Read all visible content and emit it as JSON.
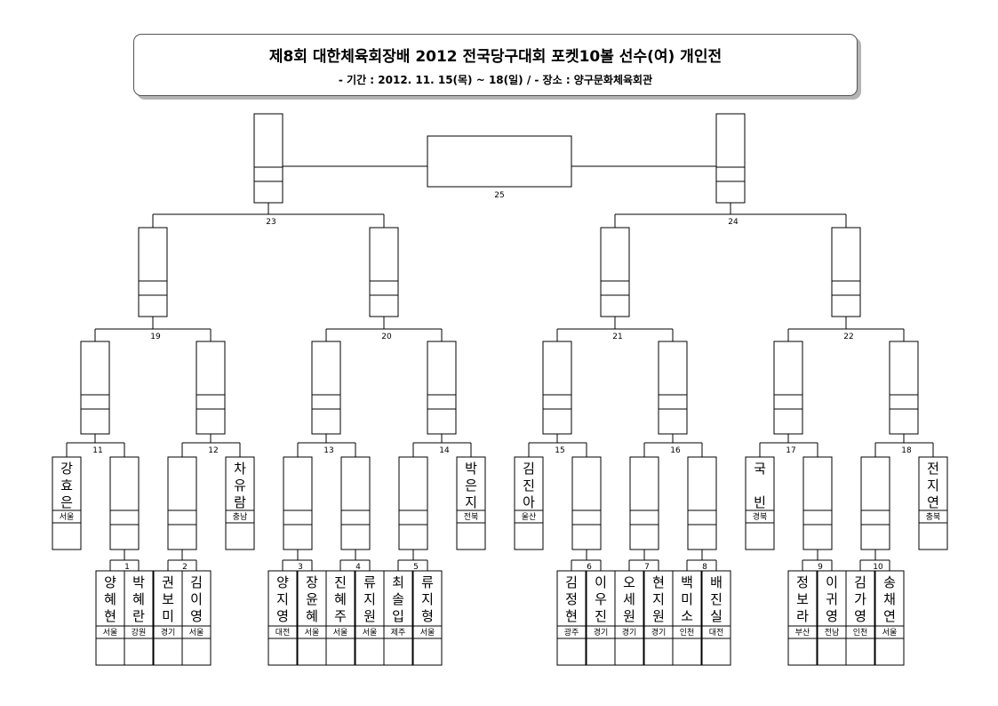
{
  "header": {
    "title": "제8회 대한체육회장배 2012 전국당구대회 포켓10볼 선수(여) 개인전",
    "subtitle": "- 기간 : 2012. 11. 15(목) ~ 18(일)   /   - 장소 : 양구문화체육회관"
  },
  "players": [
    {
      "name": "강효은",
      "region": "서울"
    },
    {
      "name": "양혜현",
      "region": "서울"
    },
    {
      "name": "박혜란",
      "region": "강원"
    },
    {
      "name": "권보미",
      "region": "경기"
    },
    {
      "name": "김이영",
      "region": "서울"
    },
    {
      "name": "차유람",
      "region": "충남"
    },
    {
      "name": "양지영",
      "region": "대전"
    },
    {
      "name": "장윤혜",
      "region": "서울"
    },
    {
      "name": "진혜주",
      "region": "서울"
    },
    {
      "name": "류지원",
      "region": "서울"
    },
    {
      "name": "최솔입",
      "region": "제주"
    },
    {
      "name": "류지형",
      "region": "서울"
    },
    {
      "name": "박은지",
      "region": "전북"
    },
    {
      "name": "김진아",
      "region": "울산"
    },
    {
      "name": "김정현",
      "region": "광주"
    },
    {
      "name": "이우진",
      "region": "경기"
    },
    {
      "name": "오세원",
      "region": "경기"
    },
    {
      "name": "현지원",
      "region": "경기"
    },
    {
      "name": "백미소",
      "region": "인천"
    },
    {
      "name": "배진실",
      "region": "대전"
    },
    {
      "name": "국 빈",
      "region": "경북"
    },
    {
      "name": "정보라",
      "region": "부산"
    },
    {
      "name": "이귀영",
      "region": "전남"
    },
    {
      "name": "김가영",
      "region": "인천"
    },
    {
      "name": "송채연",
      "region": "서울"
    },
    {
      "name": "전지연",
      "region": "충북"
    }
  ],
  "matches": [
    "1",
    "2",
    "3",
    "4",
    "5",
    "6",
    "7",
    "8",
    "9",
    "10",
    "11",
    "12",
    "13",
    "14",
    "15",
    "16",
    "17",
    "18",
    "19",
    "20",
    "21",
    "22",
    "23",
    "24",
    "25"
  ]
}
